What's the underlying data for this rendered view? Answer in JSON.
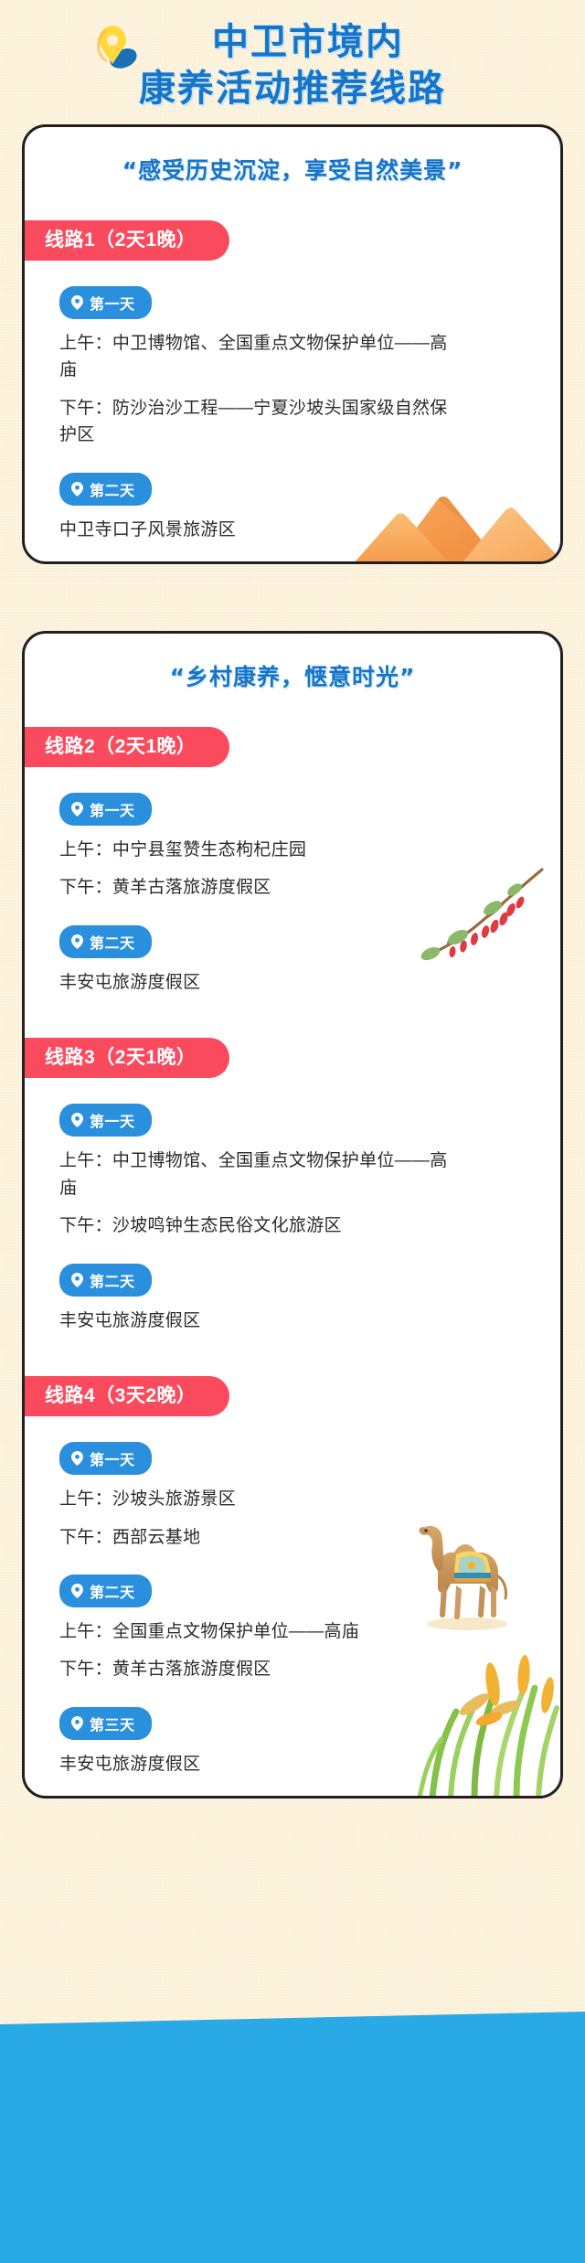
{
  "header": {
    "pin_icon": "location-pin-icon",
    "title_line_1": "中卫市境内",
    "title_line_2": "康养活动推荐线路",
    "title_color": "#1675c8"
  },
  "colors": {
    "page_bg": "#fbf0d6",
    "card_bg": "#ffffff",
    "card_border": "#231f20",
    "route_badge_bg": "#fa4a5e",
    "day_pill_bg": "#2a8fdd",
    "heading_blue": "#1675c8",
    "footer_blue": "#2aa9e7",
    "body_text": "#2b2b2b"
  },
  "cards": [
    {
      "quote": "“感受历史沉淀，享受自然美景”",
      "decoration": "sand-dunes-illustration",
      "routes": [
        {
          "badge": "线路1（2天1晚）",
          "days": [
            {
              "label": "第一天",
              "pin_icon": "map-pin-icon",
              "items": [
                "上午：中卫博物馆、全国重点文物保护单位——高庙",
                "下午：防沙治沙工程——宁夏沙坡头国家级自然保护区"
              ]
            },
            {
              "label": "第二天",
              "pin_icon": "map-pin-icon",
              "items": [
                "中卫寺口子风景旅游区"
              ]
            }
          ]
        }
      ]
    },
    {
      "quote": "“乡村康养，惬意时光”",
      "decoration": "goji-branch-camel-grass-illustration",
      "routes": [
        {
          "badge": "线路2（2天1晚）",
          "days": [
            {
              "label": "第一天",
              "pin_icon": "map-pin-icon",
              "items": [
                "上午：中宁县玺赞生态枸杞庄园",
                "下午：黄羊古落旅游度假区"
              ]
            },
            {
              "label": "第二天",
              "pin_icon": "map-pin-icon",
              "items": [
                "丰安屯旅游度假区"
              ]
            }
          ]
        },
        {
          "badge": "线路3（2天1晚）",
          "days": [
            {
              "label": "第一天",
              "pin_icon": "map-pin-icon",
              "items": [
                "上午：中卫博物馆、全国重点文物保护单位——高庙",
                "下午：沙坡鸣钟生态民俗文化旅游区"
              ]
            },
            {
              "label": "第二天",
              "pin_icon": "map-pin-icon",
              "items": [
                "丰安屯旅游度假区"
              ]
            }
          ]
        },
        {
          "badge": "线路4（3天2晚）",
          "days": [
            {
              "label": "第一天",
              "pin_icon": "map-pin-icon",
              "items": [
                "上午：沙坡头旅游景区",
                "下午：西部云基地"
              ]
            },
            {
              "label": "第二天",
              "pin_icon": "map-pin-icon",
              "items": [
                "上午：全国重点文物保护单位——高庙",
                "下午：黄羊古落旅游度假区"
              ]
            },
            {
              "label": "第三天",
              "pin_icon": "map-pin-icon",
              "items": [
                "丰安屯旅游度假区"
              ]
            }
          ]
        }
      ]
    }
  ]
}
